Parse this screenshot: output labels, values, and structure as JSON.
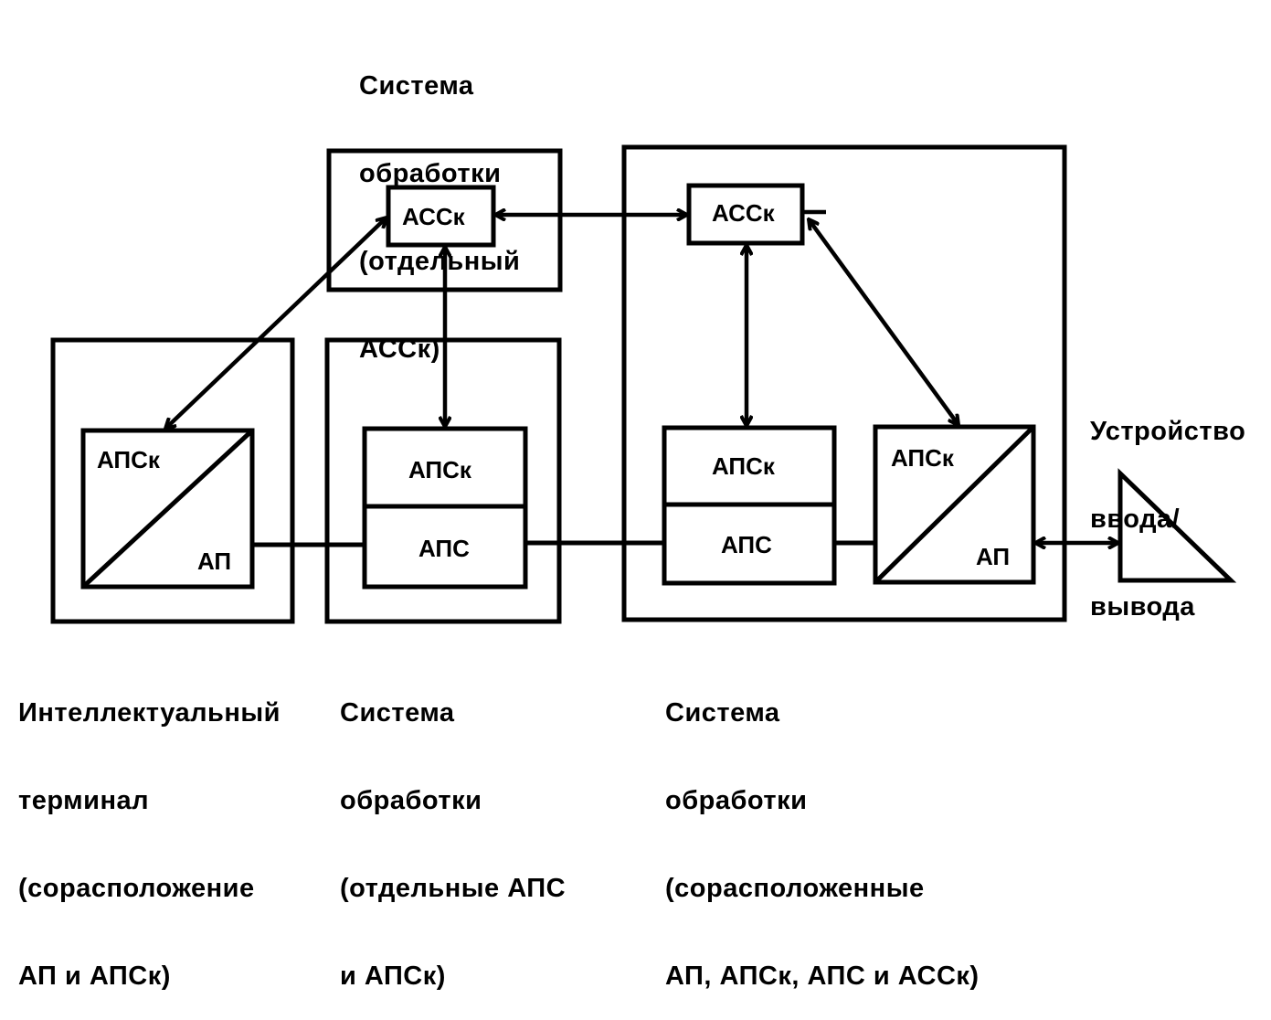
{
  "colors": {
    "ink": "#000000",
    "background": "#ffffff"
  },
  "captions": {
    "top_center": [
      "Система",
      "обработки",
      "(отдельный",
      "АССк)"
    ],
    "io_device": [
      "Устройство",
      "ввода/",
      "вывода"
    ],
    "terminal": [
      "Интеллектуальный",
      "терминал",
      "(сорасположение",
      "АП и АПСк)"
    ],
    "middle_system": [
      "Система",
      "обработки",
      "(отдельные АПС",
      "и АПСк)"
    ],
    "right_system": [
      "Система",
      "обработки",
      "(сорасположенные",
      "АП, АПСк, АПС и АССк)"
    ]
  },
  "boxes": {
    "acck_left": "АССк",
    "acck_right": "АССк",
    "terminal_apck": "АПСк",
    "terminal_ap": "АП",
    "middle_apck": "АПСк",
    "middle_aps": "АПС",
    "right_apck": "АПСк",
    "right_aps": "АПС",
    "right_split_apck": "АПСк",
    "right_split_ap": "АП"
  },
  "connections": [
    {
      "from": "АССк (отдельный)",
      "to": "АПСк терминала",
      "type": "bidirectional"
    },
    {
      "from": "АССк (отдельный)",
      "to": "АПСк (отдельные АПС и АПСк)",
      "type": "bidirectional"
    },
    {
      "from": "АССк (отдельный)",
      "to": "АССк (сорасположенные)",
      "type": "bidirectional"
    },
    {
      "from": "АССк (сорасположенные)",
      "to": "АПСк (сорасположенные)",
      "type": "bidirectional"
    },
    {
      "from": "АССк (сорасположенные)",
      "to": "АПСк/АП (сорасположенные)",
      "type": "bidirectional"
    },
    {
      "from": "АП терминала",
      "to": "АПС (отдельные)",
      "type": "line"
    },
    {
      "from": "АПС (отдельные)",
      "to": "АПС (сорасположенные)",
      "type": "line"
    },
    {
      "from": "АПС (сорасположенные)",
      "to": "АПСк/АП (сорасположенные)",
      "type": "line"
    },
    {
      "from": "АП (сорасположенные)",
      "to": "Устройство ввода/вывода",
      "type": "bidirectional"
    }
  ]
}
